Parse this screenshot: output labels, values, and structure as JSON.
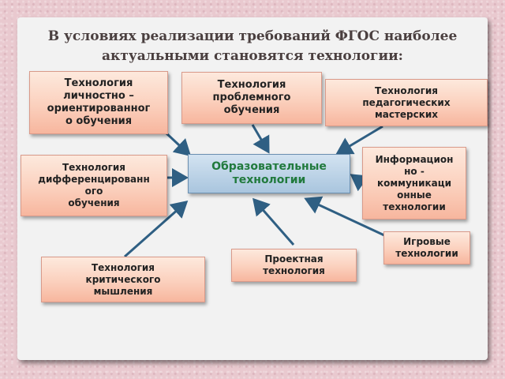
{
  "title": "В условиях реализации требований ФГОС наиболее\nактуальными становятся технологии:",
  "center": "Образовательные\nтехнологии",
  "nodes": {
    "personal": "Технология\nличностно –\nориентированног\nо обучения",
    "problem": "Технология\nпроблемного\nобучения",
    "workshops": "Технология\nпедагогических\nмастерских",
    "differentiated": "Технология\nдифференцированн\nого\nобучения",
    "ict": "Информацион\nно -\nкоммуникаци\nонные\nтехнологии",
    "games": "Игровые\nтехнологии",
    "project": "Проектная\nтехнология",
    "critical": "Технология\nкритического\nмышления"
  },
  "colors": {
    "node_fill": "#fbd0bd",
    "center_fill": "#a9c5de",
    "center_text": "#217a3d",
    "arrow": "#2f5f83"
  }
}
